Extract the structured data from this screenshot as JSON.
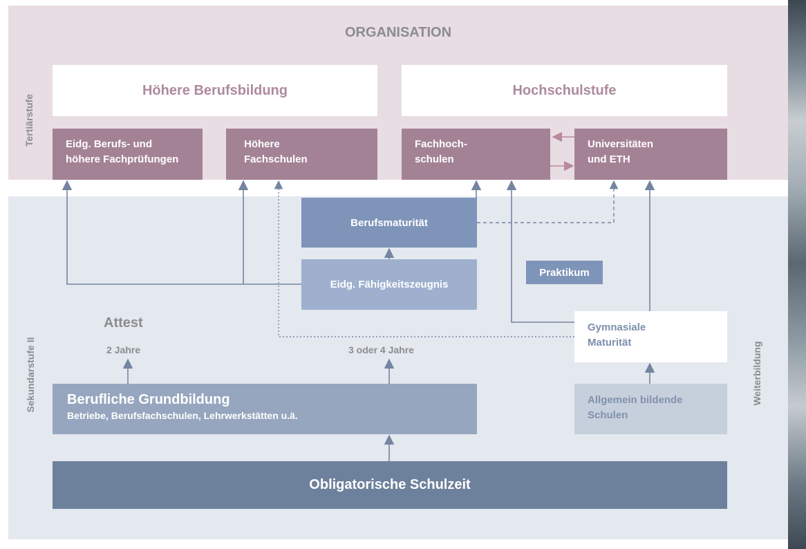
{
  "title": "ORGANISATION",
  "side_labels": {
    "tertiaer": "Tertiärstufe",
    "sekundar": "Sekundarstufe II",
    "weiter": "Weiterbildung"
  },
  "tertiary": {
    "hoehere_berufsbildung": "Höhere Berufsbildung",
    "hochschulstufe": "Hochschulstufe",
    "eidg_pruefungen": [
      "Eidg. Berufs- und",
      "höhere Fachprüfungen"
    ],
    "hoehere_fachschulen": [
      "Höhere",
      "Fachschulen"
    ],
    "fachhochschulen": [
      "Fachhoch-",
      "schulen"
    ],
    "universitaeten": [
      "Universitäten",
      "und ETH"
    ]
  },
  "secondary": {
    "berufsmaturitaet": "Berufsmaturität",
    "praktikum": "Praktikum",
    "faehigkeitszeugnis": "Eidg. Fähigkeitszeugnis",
    "attest": "Attest",
    "two_years": "2 Jahre",
    "three_four_years": "3 oder 4 Jahre",
    "gymnasiale": [
      "Gymnasiale",
      "Maturität"
    ],
    "berufliche_title": "Berufliche Grundbildung",
    "berufliche_sub": "Betriebe, Berufsfachschulen, Lehrwerkstätten u.ä.",
    "allgemein": [
      "Allgemein bildende",
      "Schulen"
    ],
    "obligatorisch": "Obligatorische Schulzeit"
  },
  "colors": {
    "tertiary_band": "#e8dde2",
    "secondary_band": "#e4e8ef",
    "mauve_box": "#a48296",
    "blue_dark": "#7e94b9",
    "blue_light": "#9eb0ce",
    "slate": "#6e819c",
    "arrow": "#7485a0"
  }
}
